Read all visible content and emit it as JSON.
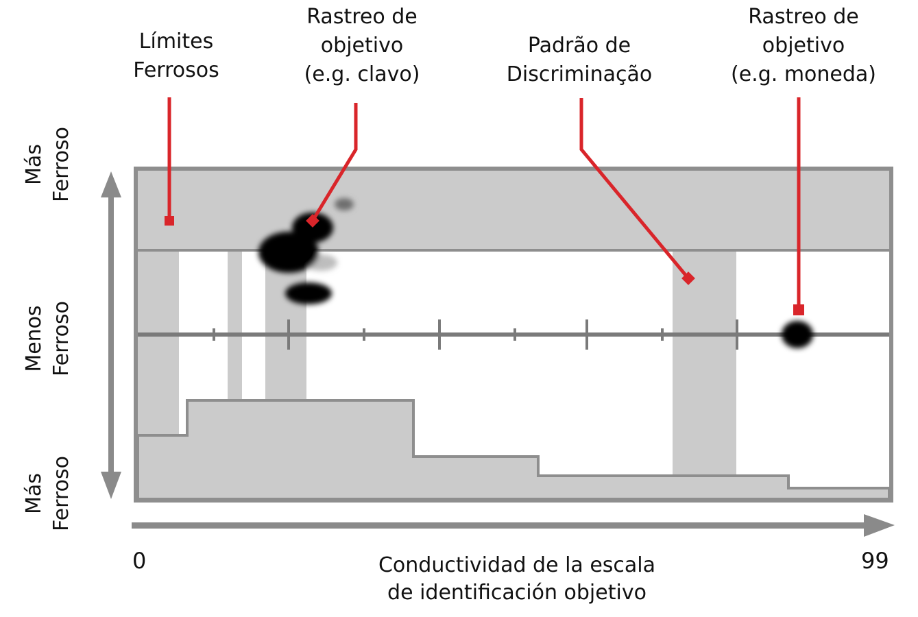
{
  "labels": {
    "ferrous_limits": [
      "Límites",
      "Ferrosos"
    ],
    "target_trace_nail": [
      "Rastreo de",
      "objetivo",
      "(e.g. clavo)"
    ],
    "discrimination_pattern": [
      "Padrão de",
      "Discriminação"
    ],
    "target_trace_coin": [
      "Rastreo de",
      "objetivo",
      "(e.g. moneda)"
    ]
  },
  "y_axis": {
    "top": [
      "Más",
      "Ferroso"
    ],
    "middle": [
      "Menos",
      "Ferroso"
    ],
    "bottom": [
      "Más",
      "Ferroso"
    ]
  },
  "x_axis": {
    "min": "0",
    "max": "99",
    "title": [
      "Conductividad de la escala",
      "de identificación objetivo"
    ]
  },
  "colors": {
    "panel_gray": "#cbcbcb",
    "frame_gray": "#8e8e8e",
    "axis_gray": "#7f7f7f",
    "callout_red": "#d9252a",
    "blob_black": "#050505"
  }
}
